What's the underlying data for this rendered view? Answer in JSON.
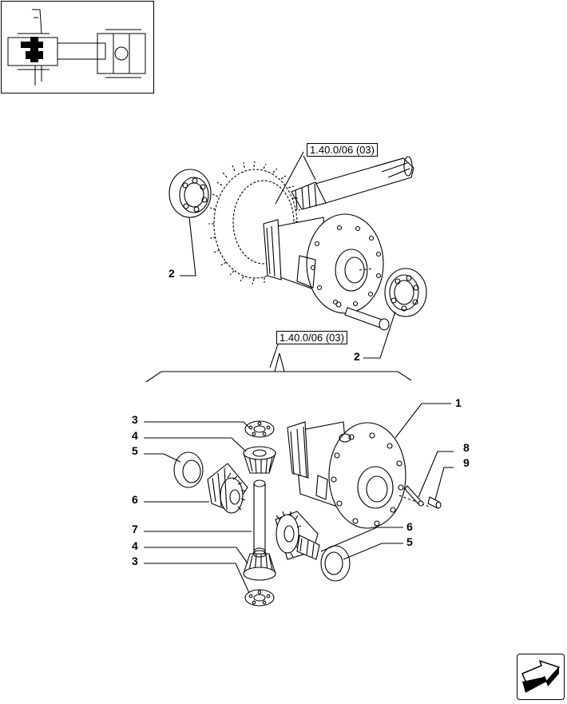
{
  "refs": {
    "top": "1.40.0/06 (03)",
    "mid": "1.40.0/06 (03)"
  },
  "callouts": {
    "c2_left": "2",
    "c2_right": "2",
    "c1": "1",
    "c3_top": "3",
    "c4_top": "4",
    "c5_left": "5",
    "c6_left": "6",
    "c7": "7",
    "c4_bottom": "4",
    "c3_bottom": "3",
    "c8": "8",
    "c9": "9",
    "c6_right": "6",
    "c5_right": "5"
  },
  "icons": {
    "thumbnail": "axle-assembly-thumbnail",
    "nav": "next-page-arrow-icon"
  }
}
